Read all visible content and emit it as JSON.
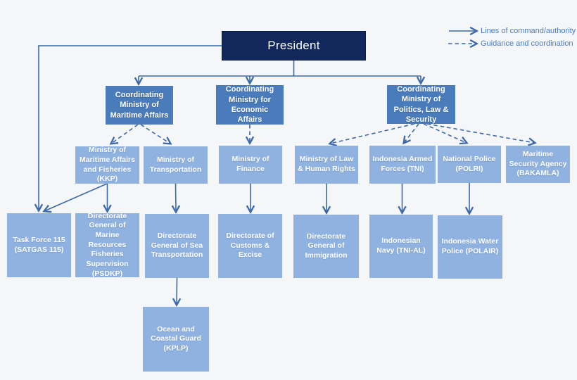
{
  "legend": {
    "command": "Lines of command/authority",
    "guidance": "Guidance and coordination"
  },
  "nodes": {
    "president": {
      "label": "President"
    },
    "cm_maritime": {
      "label": "Coordinating Ministry of Maritime Affairs"
    },
    "cm_economic": {
      "label": "Coordinating Ministry for Economic Affairs"
    },
    "cm_politics": {
      "label": "Coordinating Ministry of Politics, Law & Security"
    },
    "kkp": {
      "label": "Ministry of Maritime Affairs and Fisheries (KKP)"
    },
    "transportation": {
      "label": "Ministry of Transportation"
    },
    "finance": {
      "label": "Ministry of Finance"
    },
    "law_human_rights": {
      "label": "Ministry of Law & Human Rights"
    },
    "tni": {
      "label": "Indonesia Armed Forces (TNI)"
    },
    "polri": {
      "label": "National Police (POLRI)"
    },
    "bakamla": {
      "label": "Maritime Security Agency (BAKAMLA)"
    },
    "satgas115": {
      "label": "Task Force 115 (SATGAS 115)"
    },
    "psdkp": {
      "label": "Directorate General of Marine Resources Fisheries Supervision (PSDKP)"
    },
    "sea_transportation": {
      "label": "Directorate General of Sea Transportation"
    },
    "customs_excise": {
      "label": "Directorate of Customs & Excise"
    },
    "immigration": {
      "label": "Directorate General of Immigration"
    },
    "navy": {
      "label": "Indonesian Navy (TNI-AL)"
    },
    "polair": {
      "label": "Indonesia Water Police (POLAIR)"
    },
    "kplp": {
      "label": "Ocean and Coastal Guard (KPLP)"
    }
  },
  "edges": [
    {
      "from": "president",
      "to": "cm_maritime",
      "type": "command"
    },
    {
      "from": "president",
      "to": "cm_economic",
      "type": "command"
    },
    {
      "from": "president",
      "to": "cm_politics",
      "type": "command"
    },
    {
      "from": "president",
      "to": "satgas115",
      "type": "command"
    },
    {
      "from": "kkp",
      "to": "satgas115",
      "type": "command"
    },
    {
      "from": "kkp",
      "to": "psdkp",
      "type": "command"
    },
    {
      "from": "transportation",
      "to": "sea_transportation",
      "type": "command"
    },
    {
      "from": "finance",
      "to": "customs_excise",
      "type": "command"
    },
    {
      "from": "law_human_rights",
      "to": "immigration",
      "type": "command"
    },
    {
      "from": "tni",
      "to": "navy",
      "type": "command"
    },
    {
      "from": "polri",
      "to": "polair",
      "type": "command"
    },
    {
      "from": "sea_transportation",
      "to": "kplp",
      "type": "command"
    },
    {
      "from": "cm_maritime",
      "to": "kkp",
      "type": "guidance"
    },
    {
      "from": "cm_maritime",
      "to": "transportation",
      "type": "guidance"
    },
    {
      "from": "cm_economic",
      "to": "finance",
      "type": "guidance"
    },
    {
      "from": "cm_politics",
      "to": "law_human_rights",
      "type": "guidance"
    },
    {
      "from": "cm_politics",
      "to": "tni",
      "type": "guidance"
    },
    {
      "from": "cm_politics",
      "to": "polri",
      "type": "guidance"
    },
    {
      "from": "cm_politics",
      "to": "bakamla",
      "type": "guidance"
    }
  ],
  "colors": {
    "president_fill": "#12285c",
    "coordinating_ministry_fill": "#4a7bba",
    "ministry_fill": "#8fb2e0",
    "connector_line": "#3c69aa",
    "legend_text": "#4a7cc0",
    "background": "#f5f6f7"
  }
}
